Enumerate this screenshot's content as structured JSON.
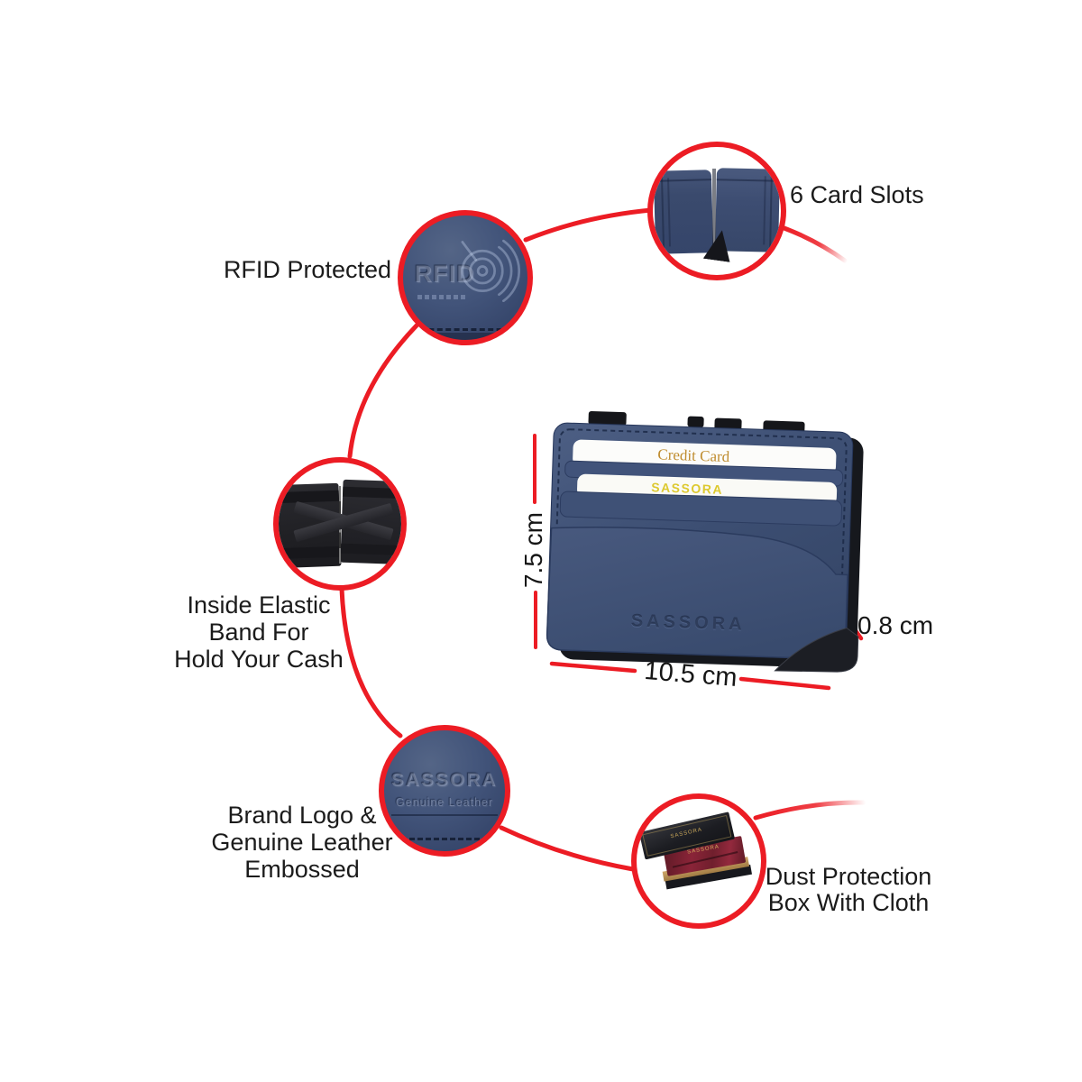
{
  "product_diagram": {
    "features": [
      {
        "id": "card-slots",
        "label": "6 Card Slots"
      },
      {
        "id": "rfid",
        "label": "RFID Protected",
        "emboss_text": "RFID"
      },
      {
        "id": "elastic-band",
        "lines": [
          "Inside Elastic",
          "Band For",
          "Hold Your Cash"
        ]
      },
      {
        "id": "brand-logo",
        "lines": [
          "Brand Logo &",
          "Genuine Leather",
          "Embossed"
        ],
        "emboss_brand": "SASSORA",
        "emboss_sub": "Genuine Leather"
      },
      {
        "id": "dust-box",
        "lines": [
          "Dust Protection",
          "Box With Cloth"
        ],
        "box_lid_text": "SASSORA",
        "box_cloth_text": "SASSORA"
      }
    ],
    "wallet": {
      "card_slot_text": "Credit Card",
      "inner_card_text": "SASSORA",
      "emboss_logo": "SASSORA"
    },
    "dimensions": {
      "height": "7.5 cm",
      "width": "10.5 cm",
      "thickness": "0.8 cm"
    },
    "colors": {
      "accent_red": "#ec1c24",
      "leather_blue": "#3d4f73",
      "label_text": "#1b1b1b"
    }
  }
}
